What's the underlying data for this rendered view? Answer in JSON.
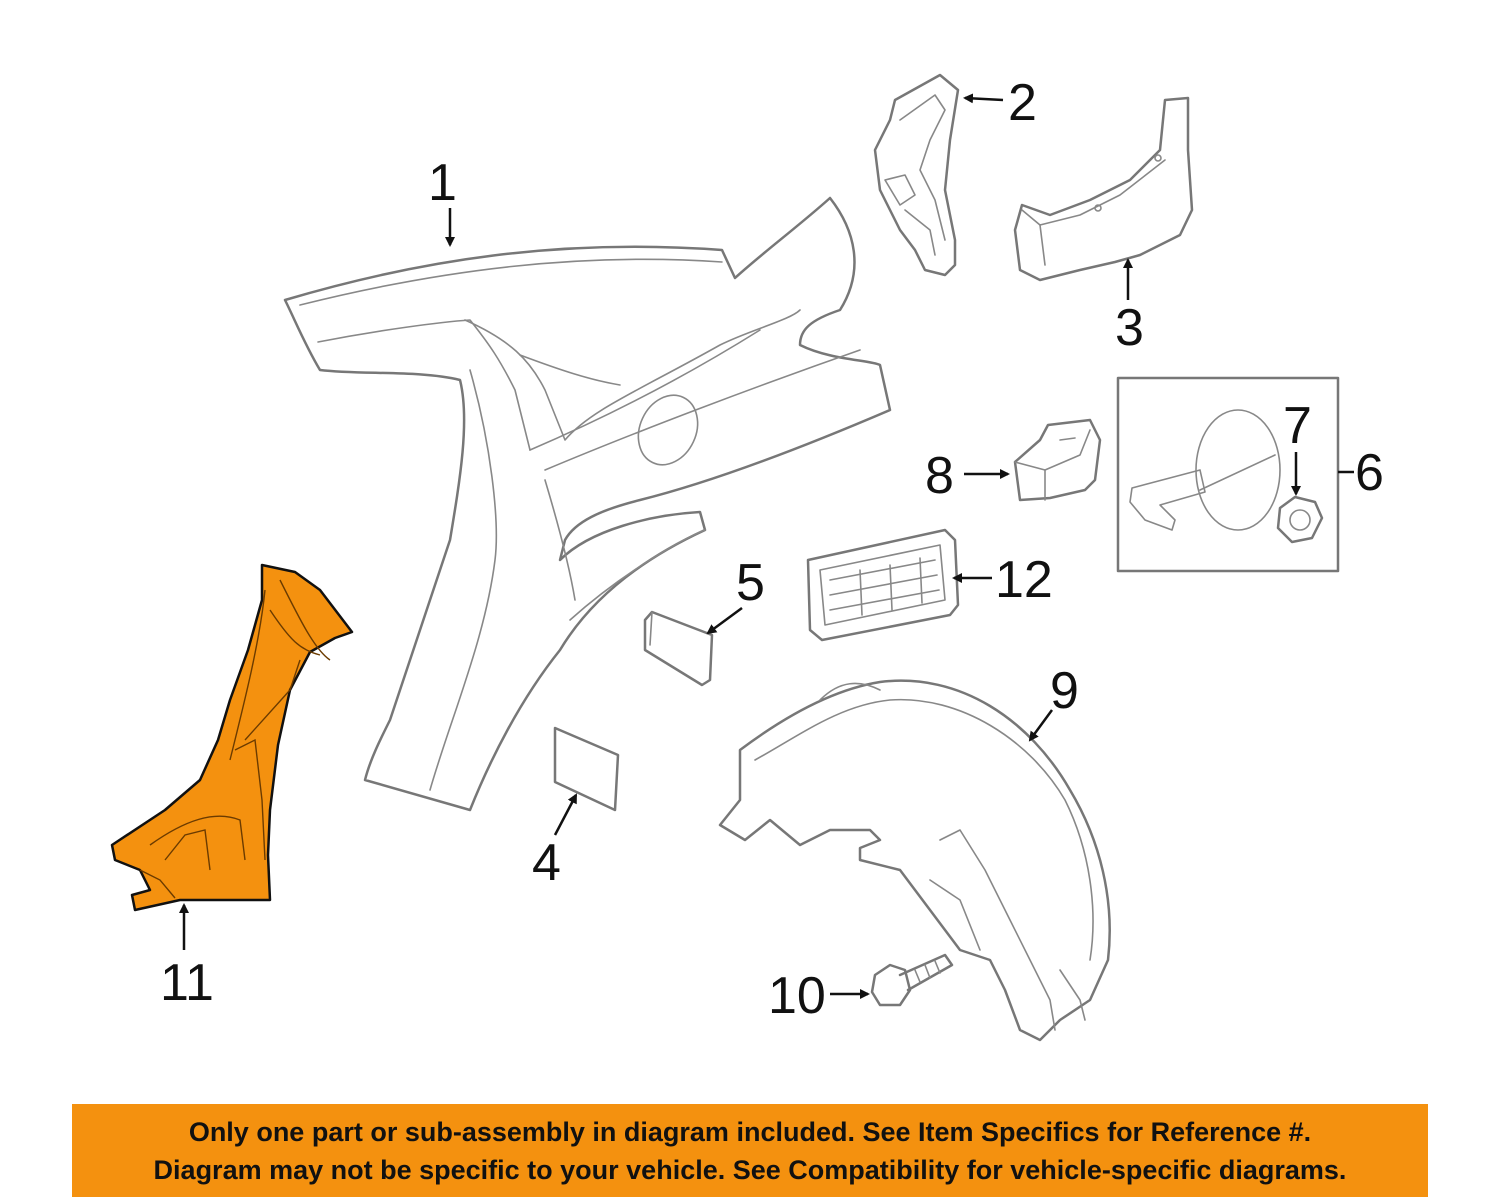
{
  "diagram": {
    "highlight_color": "#f4910f",
    "line_color": "#777777",
    "highlighted_part": "11",
    "callouts": {
      "c1": "1",
      "c2": "2",
      "c3": "3",
      "c4": "4",
      "c5": "5",
      "c6": "6",
      "c7": "7",
      "c8": "8",
      "c9": "9",
      "c10": "10",
      "c11": "11",
      "c12": "12"
    }
  },
  "notice": {
    "line1": "Only one part or sub-assembly in diagram included. See Item Specifics for Reference #.",
    "line2": "Diagram may not be specific to your vehicle. See Compatibility for vehicle-specific diagrams.",
    "background": "#f4910f"
  }
}
